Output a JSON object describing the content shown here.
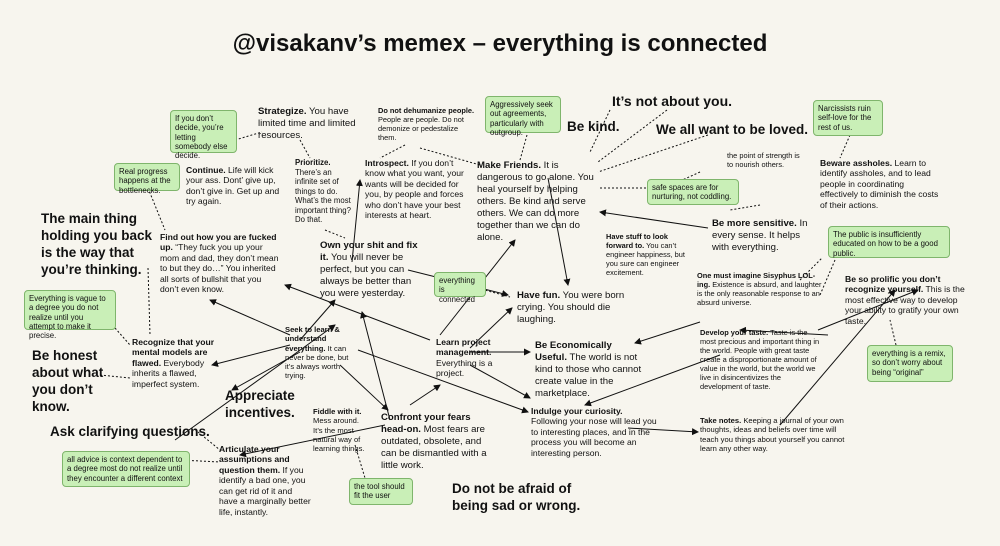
{
  "title": "@visakanv’s memex – everything is connected",
  "big": {
    "not_about_you": "It’s not about you.",
    "be_kind": "Be kind.",
    "loved": "We all want to be loved.",
    "main_thing": "The main thing holding you back is the way that you’re thinking.",
    "honest": "Be honest about what you don’t know.",
    "incentives": "Appreciate incentives.",
    "clarifying": "Ask clarifying questions.",
    "not_afraid": "Do not be afraid of being sad or wrong."
  },
  "nodes": {
    "strategize_h": "Strategize.",
    "strategize_t": " You have limited time and limited resources.",
    "dehumanize_h": "Do not dehumanize people.",
    "dehumanize_t": " People are people. Do not demonize or pedestalize them.",
    "prioritize_h": "Prioritize.",
    "prioritize_t": " There’s an infinite set of things to do. What’s the most important thing? Do that.",
    "introspect_h": "Introspect.",
    "introspect_t": " If you don’t know what you want, your wants will be decided for you, by people and forces who don’t have your best interests at heart.",
    "friends_h": "Make Friends.",
    "friends_t": " It is dangerous to go alone. You heal yourself by helping others. Be kind and serve others. We can do more together than we can do alone.",
    "continue_h": "Continue.",
    "continue_t": " Life will kick your ass. Dont’ give up, don’t give in. Get up and try again.",
    "strength": "the point of strength is to nourish others.",
    "assholes_h": "Beware assholes.",
    "assholes_t": " Learn to identify assholes, and to lead people in coordinating effectively to diminish the costs of their actions.",
    "fucked_h": "Find out how you are fucked up.",
    "fucked_t": " “They fuck you up your mom and dad, they don’t mean to but they do…” You inherited all sorts of bullshit that you don’t even know.",
    "shit_h": "Own your shit and fix it.",
    "shit_t": " You will never be perfect, but you can always be better than you were yesterday.",
    "sensitive_h": "Be more sensitive.",
    "sensitive_t": " In every sense. It helps with everything.",
    "stuff_h": "Have stuff to look forward to.",
    "stuff_t": " You can’t engineer happiness, but you sure can engineer excitement.",
    "fun_h": "Have fun.",
    "fun_t": " You were born crying. You should die laughing.",
    "sisyphus_h": "One must imagine Sisyphus LOL-ing.",
    "sisyphus_t": " Existence is absurd, and laughter is the only reasonable response to an absurd universe.",
    "prolific_h": "Be so prolific you don’t recognize yourself.",
    "prolific_t": " This is the most effective way to develop your ability to gratify your own taste.",
    "recognize_h": "Recognize that your mental models are flawed.",
    "recognize_t": " Everybody inherits a flawed, imperfect system.",
    "seek_h": "Seek to learn & understand everything.",
    "seek_t": " It can never be done, but it’s always worth trying.",
    "learn_h": "Learn project management.",
    "learn_t": " Everything is a project.",
    "useful_h": "Be Economically Useful.",
    "useful_t": " The world is not kind to those who cannot create value in the marketplace.",
    "taste_h": "Develop your taste.",
    "taste_t": " Taste is the most precious and important thing in the world. People with great taste create a disproportionate amount of value in the world, but the world we live in disincentivizes the development of taste.",
    "fiddle_h": "Fiddle with it.",
    "fiddle_t": " Mess around. It’s the most natural way of learning things.",
    "fears_h": "Confront your fears head-on.",
    "fears_t": " Most fears are outdated, obsolete, and can be dismantled with a little work.",
    "curiosity_h": "Indulge your curiosity.",
    "curiosity_t": " Following your nose will lead you to interesting places, and in the process you will become an interesting person.",
    "notes_h": "Take notes.",
    "notes_t": " Keeping a journal of your own thoughts, ideas and beliefs over time will teach you things about yourself you cannot learn any other way.",
    "articulate_h": "Articulate your assumptions and question them.",
    "articulate_t": " If you identify a bad one, you can get rid of it and have a marginally better life, instantly."
  },
  "notes": {
    "decide": "If you don’t decide, you’re letting somebody else decide.",
    "aggressive": "Aggressively seek out agreements, particularly with outgroup.",
    "narcissists": "Narcissists ruin self-love for the rest of us.",
    "progress": "Real progress happens at the bottlenecks.",
    "safe": "safe spaces are for nurturing, not coddling.",
    "public": "The public is insufficiently educated on how to be a good public.",
    "connected": "everything is connected",
    "vague": "Everything is vague to a degree you do not realize until you attempt to make it precise.",
    "remix": "everything is a remix, so don’t worry about being “original”",
    "advice": "all advice is context dependent to a degree most do not realize until they encounter a different context",
    "tool": "the tool should fit the user"
  }
}
